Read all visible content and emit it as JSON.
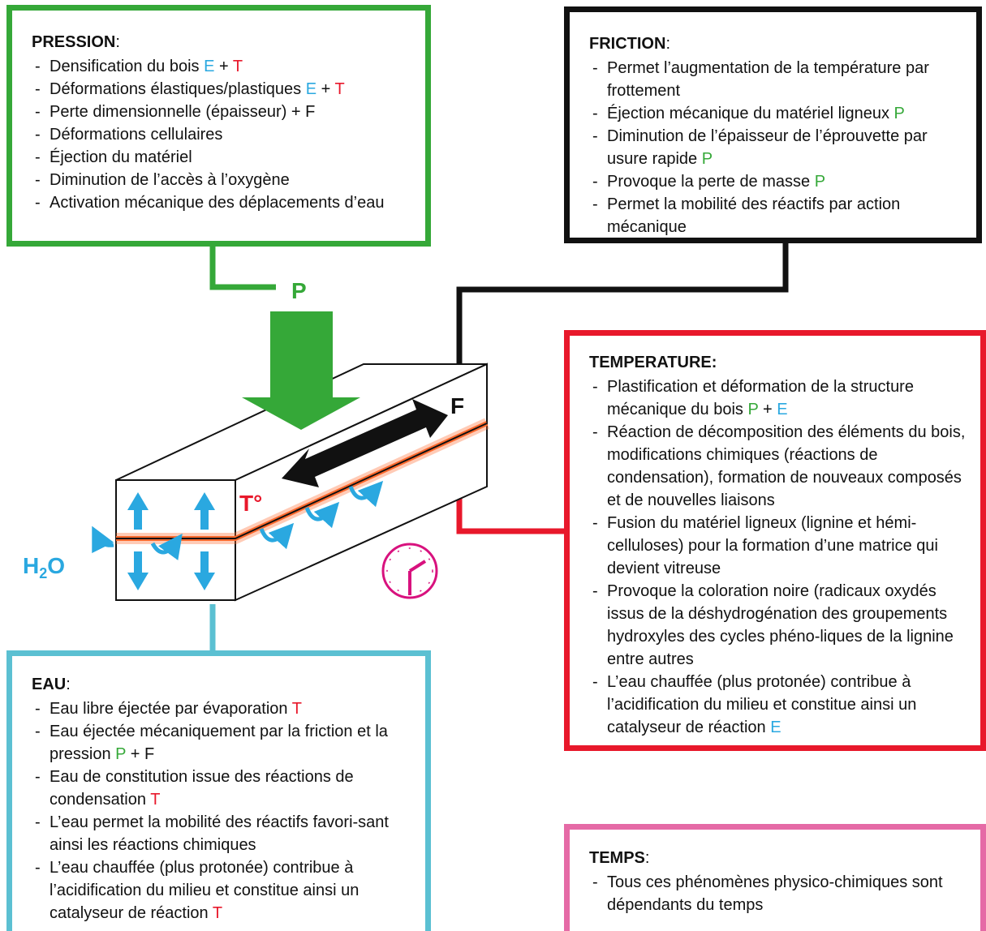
{
  "pression": {
    "title": "PRESSION",
    "items": [
      {
        "text": "Densification du bois",
        "tags": [
          "E",
          "T"
        ]
      },
      {
        "text": "Déformations élastiques/plastiques",
        "tags": [
          "E",
          "T"
        ]
      },
      {
        "text": "Perte dimensionnelle (épaisseur) + F",
        "tags": []
      },
      {
        "text": "Déformations cellulaires",
        "tags": []
      },
      {
        "text": "Éjection du matériel",
        "tags": []
      },
      {
        "text": "Diminution de l’accès à l’oxygène",
        "tags": []
      },
      {
        "text": "Activation mécanique des déplacements d’eau",
        "tags": []
      }
    ]
  },
  "friction": {
    "title": "FRICTION",
    "items": [
      {
        "text": "Permet l’augmentation de la température par frottement",
        "tags": []
      },
      {
        "text": "Éjection mécanique du matériel ligneux",
        "tags": [
          "P"
        ]
      },
      {
        "text": "Diminution de l’épaisseur de l’éprouvette par usure rapide",
        "tags": [
          "P"
        ]
      },
      {
        "text": "Provoque la perte de masse",
        "tags": [
          "P"
        ]
      },
      {
        "text": "Permet la mobilité des réactifs par action mécanique",
        "tags": []
      }
    ]
  },
  "temperature": {
    "title": "TEMPERATURE:",
    "items": [
      {
        "text": "Plastification et déformation de la structure mécanique du bois",
        "tags": [
          "P",
          "E"
        ]
      },
      {
        "text": "Réaction de décomposition des éléments du bois, modifications chimiques (réactions de condensation), formation de nouveaux composés et de nouvelles liaisons",
        "tags": []
      },
      {
        "text": "Fusion du matériel ligneux (lignine et hémi-celluloses) pour la formation d’une matrice qui devient vitreuse",
        "tags": []
      },
      {
        "text": "Provoque la coloration noire (radicaux oxydés issus de la déshydrogénation des groupements hydroxyles des cycles phéno-liques de la lignine entre autres",
        "tags": []
      },
      {
        "text": "L’eau chauffée (plus protonée) contribue à l’acidification du milieu et constitue ainsi un catalyseur de réaction",
        "tags": [
          "E"
        ]
      }
    ]
  },
  "eau": {
    "title": "EAU",
    "items": [
      {
        "text": "Eau libre éjectée par évaporation",
        "tags": [
          "T"
        ]
      },
      {
        "text": "Eau éjectée mécaniquement par la friction et la pression",
        "tags": [
          "P",
          "F"
        ]
      },
      {
        "text": "Eau de constitution issue des réactions de condensation",
        "tags": [
          "T"
        ]
      },
      {
        "text": "L’eau permet la mobilité des réactifs favori-sant ainsi les réactions chimiques",
        "tags": []
      },
      {
        "text": "L’eau chauffée (plus protonée) contribue à l’acidification du milieu et constitue ainsi un catalyseur de réaction",
        "tags": [
          "T"
        ]
      }
    ]
  },
  "temps": {
    "title": "TEMPS",
    "items": [
      {
        "text": "Tous ces phénomènes physico-chimiques sont dépendants du temps",
        "tags": []
      }
    ]
  },
  "diagram": {
    "label_p": "P",
    "label_f": "F",
    "label_t": "T°",
    "label_h": "H",
    "label_h_sub": "2",
    "label_o": "O"
  },
  "colors": {
    "pression": "#35a838",
    "friction": "#111111",
    "temperature": "#e8182b",
    "eau": "#5bc0d2",
    "temps": "#e56aa6",
    "water_arrow": "#2aa8e0",
    "clock": "#d8127e",
    "heat_line": "#ff6a2e"
  }
}
